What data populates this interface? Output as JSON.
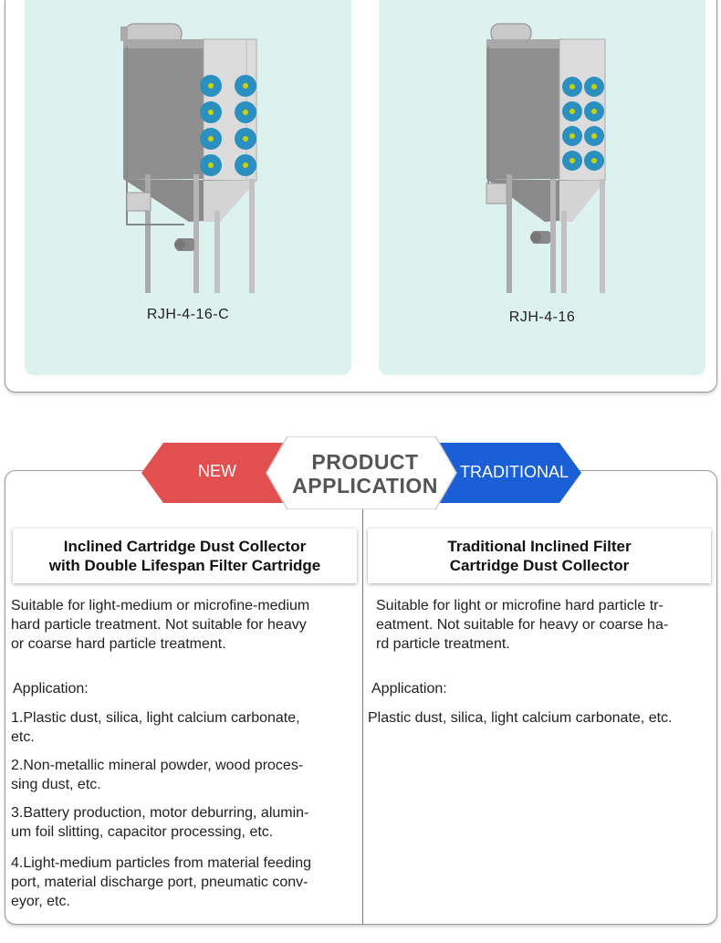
{
  "products": [
    {
      "model": "RJH-4-16-C"
    },
    {
      "model": "RJH-4-16"
    }
  ],
  "banner": {
    "new_label": "NEW",
    "title_line1": "PRODUCT",
    "title_line2": "APPLICATION",
    "traditional_label": "TRADITIONAL",
    "new_color": "#e24f4f",
    "traditional_color": "#1a5fd6"
  },
  "left": {
    "heading_line1": "Inclined Cartridge Dust Collector",
    "heading_line2": "with Double Lifespan Filter Cartridge",
    "desc_lines": [
      "Suitable for light-medium or microfine-medium",
      "hard particle treatment. Not suitable for heavy",
      "or coarse hard particle treatment."
    ],
    "application_label": "Application:",
    "items": [
      [
        "1.Plastic dust, silica, light calcium carbonate,",
        "etc."
      ],
      [
        "2.Non-metallic mineral powder, wood proces-",
        "sing dust, etc."
      ],
      [
        "3.Battery production, motor deburring, alumin-",
        "um foil slitting, capacitor processing, etc."
      ],
      [
        "4.Light-medium particles from material feeding",
        "port, material discharge port, pneumatic conv-",
        "eyor, etc."
      ]
    ]
  },
  "right": {
    "heading_line1": "Traditional Inclined Filter",
    "heading_line2": "Cartridge Dust Collector",
    "desc_lines": [
      "Suitable for light or microfine hard particle tr-",
      "eatment. Not suitable for heavy or coarse ha-",
      "rd particle treatment."
    ],
    "application_label": "Application:",
    "items": [
      [
        "Plastic dust, silica, light calcium carbonate, etc."
      ]
    ]
  }
}
